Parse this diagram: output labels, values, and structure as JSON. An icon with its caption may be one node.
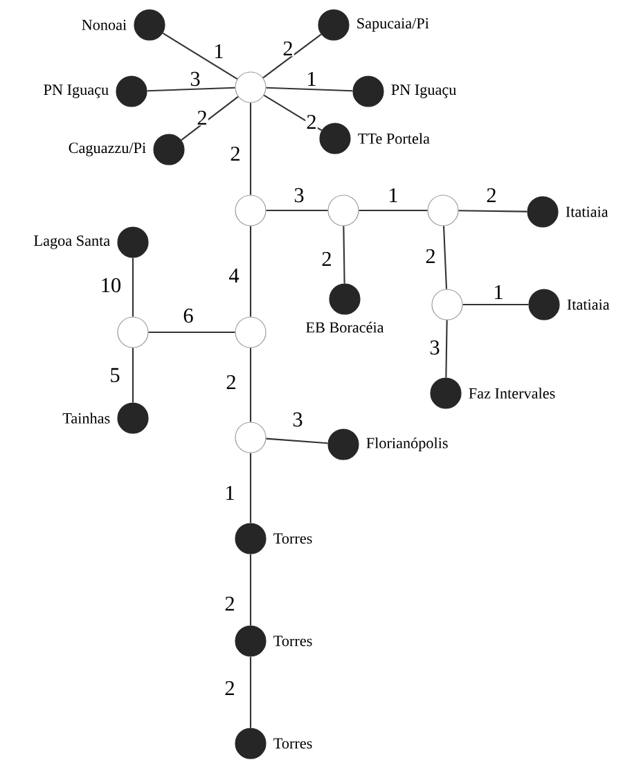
{
  "diagram": {
    "nodes": [
      {
        "text": [],
        "shape": "circle",
        "beside": [
          "Nonoai"
        ]
      },
      {
        "text": [],
        "shape": "circle",
        "beside": [
          "Sapucaia/Pi"
        ]
      },
      {
        "text": [],
        "shape": "circle",
        "beside": [
          "PN Iguaçu"
        ]
      },
      {
        "text": [],
        "shape": "circle"
      },
      {
        "text": [],
        "shape": "circle",
        "beside": [
          "PN Iguaçu"
        ]
      },
      {
        "text": [],
        "shape": "circle",
        "beside": [
          "TTe Portela"
        ]
      },
      {
        "text": [],
        "shape": "circle",
        "beside": [
          "Caguazzu/Pi"
        ]
      },
      {
        "text": [],
        "shape": "circle"
      },
      {
        "text": [],
        "shape": "circle"
      },
      {
        "text": [],
        "shape": "circle"
      },
      {
        "text": [],
        "shape": "circle",
        "beside": [
          "Itatiaia"
        ]
      },
      {
        "text": [],
        "shape": "circle",
        "beside": [
          "Lagoa Santa"
        ]
      },
      {
        "text": [],
        "shape": "circle",
        "beside": [
          "EB Boracéia"
        ]
      },
      {
        "text": [],
        "shape": "circle"
      },
      {
        "text": [],
        "shape": "circle",
        "beside": [
          "Itatiaia"
        ]
      },
      {
        "text": [],
        "shape": "circle"
      },
      {
        "text": [],
        "shape": "circle"
      },
      {
        "text": [],
        "shape": "circle",
        "beside": [
          "Faz Intervales"
        ]
      },
      {
        "text": [],
        "shape": "circle",
        "beside": [
          "Tainhas"
        ]
      },
      {
        "text": [],
        "shape": "circle"
      },
      {
        "text": [],
        "shape": "circle",
        "beside": [
          "Florianópolis"
        ]
      },
      {
        "text": [],
        "shape": "circle",
        "beside": [
          "Torres"
        ]
      },
      {
        "text": [],
        "shape": "circle",
        "beside": [
          "Torres"
        ]
      },
      {
        "text": [],
        "shape": "circle",
        "beside": [
          "Torres"
        ]
      }
    ],
    "edges": [
      {
        "from": 3,
        "to": 0,
        "arrow": "none",
        "label": "1"
      },
      {
        "from": 3,
        "to": 1,
        "arrow": "none",
        "label": "2"
      },
      {
        "from": 3,
        "to": 2,
        "arrow": "none",
        "label": "3"
      },
      {
        "from": 3,
        "to": 4,
        "arrow": "none",
        "label": "1"
      },
      {
        "from": 3,
        "to": 5,
        "arrow": "none",
        "label": "2"
      },
      {
        "from": 3,
        "to": 6,
        "arrow": "none",
        "label": "2"
      },
      {
        "from": 3,
        "to": 7,
        "arrow": "none",
        "label": "2"
      },
      {
        "from": 7,
        "to": 8,
        "arrow": "none",
        "label": "3"
      },
      {
        "from": 8,
        "to": 9,
        "arrow": "none",
        "label": "1"
      },
      {
        "from": 9,
        "to": 10,
        "arrow": "none",
        "label": "2"
      },
      {
        "from": 8,
        "to": 12,
        "arrow": "none",
        "label": "2"
      },
      {
        "from": 9,
        "to": 13,
        "arrow": "none",
        "label": "2"
      },
      {
        "from": 13,
        "to": 14,
        "arrow": "none",
        "label": "1"
      },
      {
        "from": 13,
        "to": 17,
        "arrow": "none",
        "label": "3"
      },
      {
        "from": 7,
        "to": 16,
        "arrow": "none",
        "label": "4"
      },
      {
        "from": 16,
        "to": 15,
        "arrow": "none",
        "label": "6"
      },
      {
        "from": 15,
        "to": 11,
        "arrow": "none",
        "label": "10"
      },
      {
        "from": 15,
        "to": 18,
        "arrow": "none",
        "label": "5"
      },
      {
        "from": 16,
        "to": 19,
        "arrow": "none",
        "label": "2"
      },
      {
        "from": 19,
        "to": 20,
        "arrow": "none",
        "label": "3"
      },
      {
        "from": 19,
        "to": 21,
        "arrow": "none",
        "label": "1"
      },
      {
        "from": 21,
        "to": 22,
        "arrow": "none",
        "label": "2"
      },
      {
        "from": 22,
        "to": 23,
        "arrow": "none",
        "label": "2"
      }
    ]
  }
}
